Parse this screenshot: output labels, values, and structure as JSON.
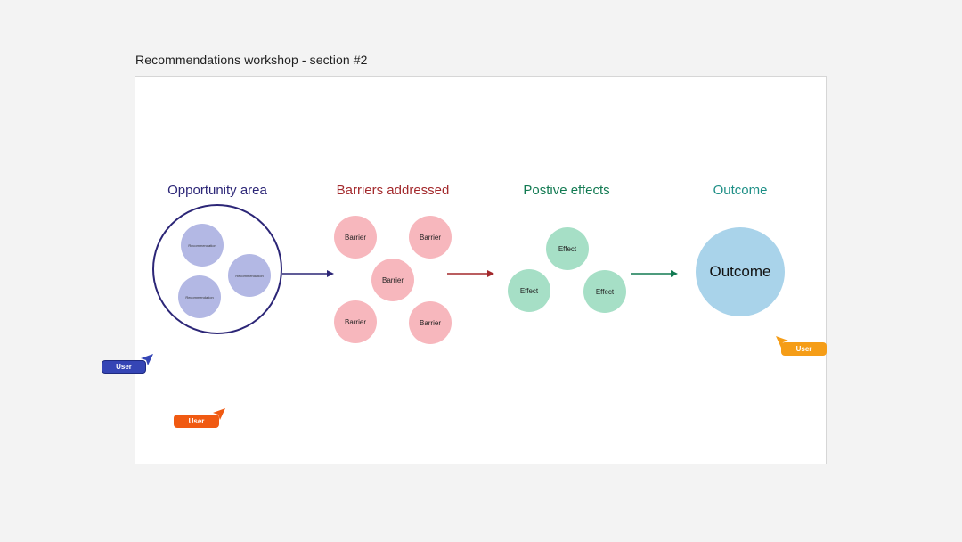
{
  "frame": {
    "title": "Recommendations workshop - section #2"
  },
  "colors": {
    "opportunity": "#2c2677",
    "barriers": "#a3292c",
    "effects": "#127a52",
    "outcome": "#1e8f86",
    "recommendation_fill": "#b3b8e4",
    "barrier_fill": "#f7b7bd",
    "effect_fill": "#a6dfc6",
    "outcome_fill": "#a9d3ea",
    "cursor_blue": "#3545b5",
    "cursor_orange": "#f05a12",
    "cursor_amber": "#f59d17"
  },
  "columns": {
    "opportunity": {
      "heading": "Opportunity area",
      "items": [
        "Recommendation",
        "Recommendation",
        "Recommendation"
      ]
    },
    "barriers": {
      "heading": "Barriers addressed",
      "items": [
        "Barrier",
        "Barrier",
        "Barrier",
        "Barrier",
        "Barrier"
      ]
    },
    "effects": {
      "heading": "Postive effects",
      "items": [
        "Effect",
        "Effect",
        "Effect"
      ]
    },
    "outcome": {
      "heading": "Outcome",
      "item": "Outcome"
    }
  },
  "cursors": [
    {
      "label": "User",
      "color": "#3545b5",
      "icon": "cursor-arrow-icon"
    },
    {
      "label": "User",
      "color": "#f05a12",
      "icon": "cursor-arrow-icon"
    },
    {
      "label": "User",
      "color": "#f59d17",
      "icon": "cursor-arrow-icon"
    }
  ]
}
